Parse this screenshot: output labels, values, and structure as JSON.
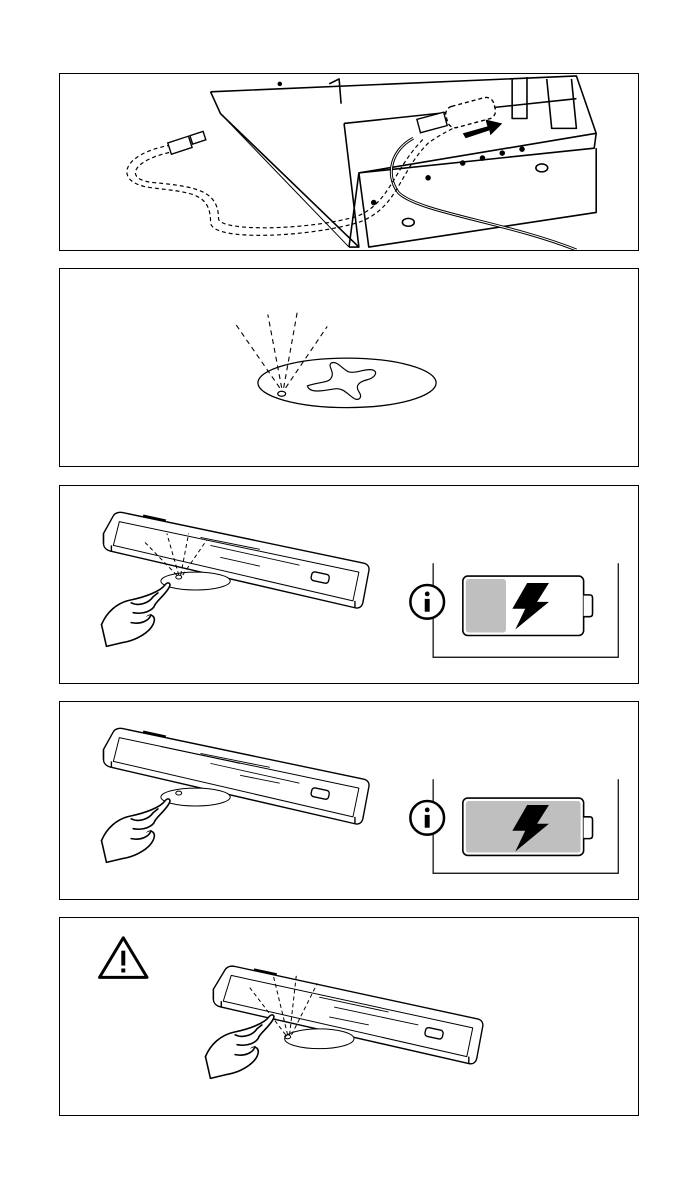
{
  "panels": [
    {
      "id": "panel-1",
      "icons": [
        "usb-cable-icon",
        "arrow-icon"
      ]
    },
    {
      "id": "panel-2",
      "icons": [
        "charging-pad-icon"
      ]
    },
    {
      "id": "panel-3",
      "icons": [
        "smartphone-icon",
        "hand-icon",
        "info-icon",
        "battery-icon"
      ],
      "battery_level": 0.35
    },
    {
      "id": "panel-4",
      "icons": [
        "smartphone-icon",
        "hand-icon",
        "info-icon",
        "battery-icon"
      ],
      "battery_level": 1.0
    },
    {
      "id": "panel-5",
      "icons": [
        "warning-icon",
        "smartphone-icon",
        "hand-icon"
      ]
    }
  ],
  "colors": {
    "line": "#000000",
    "battery_fill": "#bfbfbf",
    "pad_fill": "#ffffff"
  }
}
